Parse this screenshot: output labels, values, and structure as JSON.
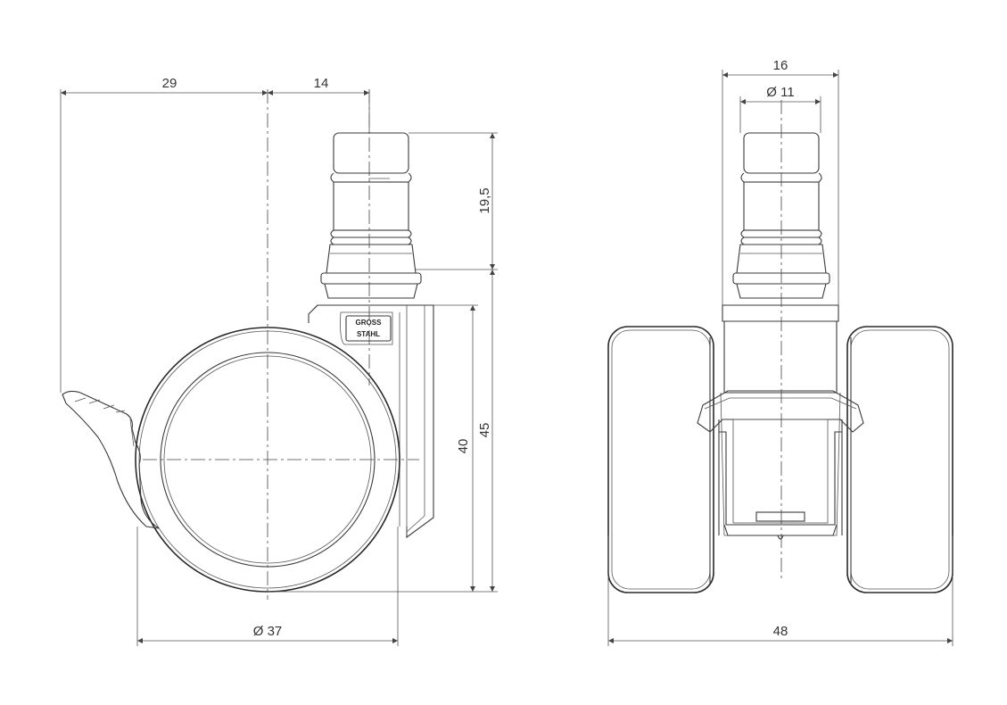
{
  "side_view": {
    "dimensions": {
      "offset_left": "29",
      "offset_right": "14",
      "stem_height": "19,5",
      "height_inner": "40",
      "height_total": "45",
      "wheel_diameter": "Ø 37"
    },
    "logo": {
      "line1": "GROSS",
      "line2": "STAHL"
    }
  },
  "front_view": {
    "dimensions": {
      "collar_width": "16",
      "stem_diameter": "Ø 11",
      "overall_width": "48"
    }
  },
  "colors": {
    "line": "#3a3a3a",
    "background": "#ffffff"
  }
}
